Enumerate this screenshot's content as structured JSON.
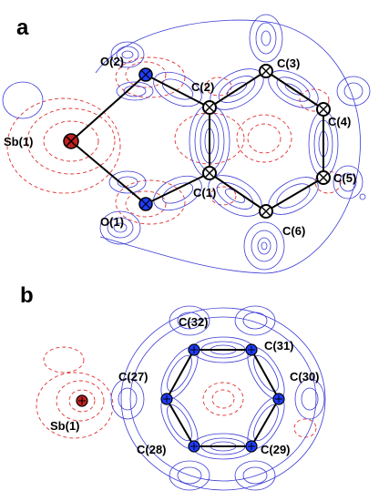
{
  "panels": [
    {
      "label": "a",
      "atoms": {
        "sb": "Sb(1)",
        "o2": "O(2)",
        "o1": "O(1)",
        "c1": "C(1)",
        "c2": "C(2)",
        "c3": "C(3)",
        "c4": "C(4)",
        "c5": "C(5)",
        "c6": "C(6)"
      }
    },
    {
      "label": "b",
      "atoms": {
        "sb": "Sb(1)",
        "c27": "C(27)",
        "c28": "C(28)",
        "c29": "C(29)",
        "c30": "C(30)",
        "c31": "C(31)",
        "c32": "C(32)"
      }
    }
  ],
  "colors": {
    "positive_contour": "#3b3bd6",
    "negative_contour": "#e03030",
    "bond": "#000000",
    "atom_fill_blue": "#1e3cff",
    "atom_fill_red": "#c02020"
  }
}
